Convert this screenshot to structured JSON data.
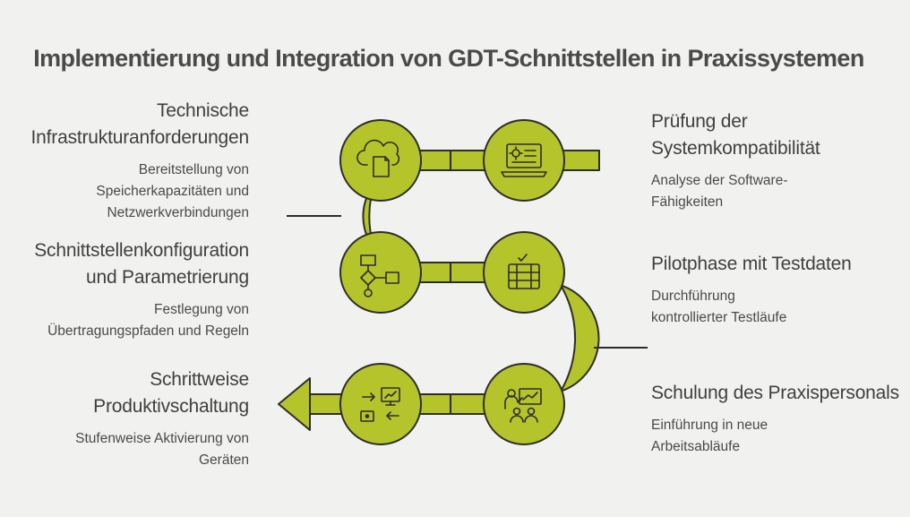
{
  "title": "Implementierung und Integration von GDT-Schnittstellen in Praxissystemen",
  "colors": {
    "path": "#b5c42b",
    "outline": "#2d2d2d",
    "background": "#f1f1f0",
    "text": "#404040"
  },
  "steps": [
    {
      "heading": "Prüfung der\nSystemkompatibilität",
      "description": "Analyse der Software-\nFähigkeiten",
      "icon": "laptop-settings-icon"
    },
    {
      "heading": "Technische\nInfrastrukturanforderungen",
      "description": "Bereitstellung von\nSpeicherkapazitäten und\nNetzwerkverbindungen",
      "icon": "cloud-document-icon"
    },
    {
      "heading": "Schnittstellenkonfiguration\nund Parametrierung",
      "description": "Festlegung von\nÜbertragungspfaden und Regeln",
      "icon": "flowchart-icon"
    },
    {
      "heading": "Pilotphase mit Testdaten",
      "description": "Durchführung\nkontrollierter Testläufe",
      "icon": "checked-table-icon"
    },
    {
      "heading": "Schulung des Praxispersonals",
      "description": "Einführung in neue\nArbeitsabläufe",
      "icon": "presentation-team-icon"
    },
    {
      "heading": "Schrittweise\nProduktivschaltung",
      "description": "Stufenweise Aktivierung von\nGeräten",
      "icon": "device-activation-icon"
    }
  ]
}
